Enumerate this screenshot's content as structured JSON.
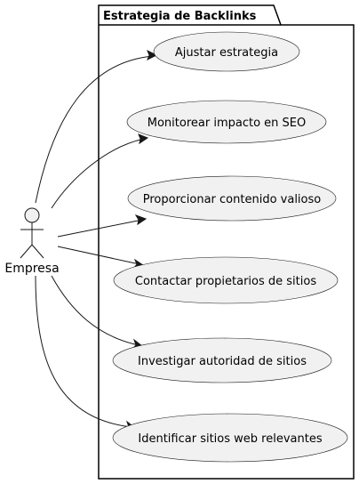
{
  "package": {
    "title": "Estrategia de Backlinks"
  },
  "actor": {
    "name": "Empresa"
  },
  "use_cases": [
    {
      "label": "Ajustar estrategia"
    },
    {
      "label": "Monitorear impacto en SEO"
    },
    {
      "label": "Proporcionar contenido valioso"
    },
    {
      "label": "Contactar propietarios de sitios"
    },
    {
      "label": "Investigar autoridad de sitios"
    },
    {
      "label": "Identificar sitios web relevantes"
    }
  ],
  "relations": [
    {
      "from": "Empresa",
      "to": "Ajustar estrategia"
    },
    {
      "from": "Empresa",
      "to": "Monitorear impacto en SEO"
    },
    {
      "from": "Empresa",
      "to": "Proporcionar contenido valioso"
    },
    {
      "from": "Empresa",
      "to": "Contactar propietarios de sitios"
    },
    {
      "from": "Empresa",
      "to": "Investigar autoridad de sitios"
    },
    {
      "from": "Empresa",
      "to": "Identificar sitios web relevantes"
    }
  ]
}
